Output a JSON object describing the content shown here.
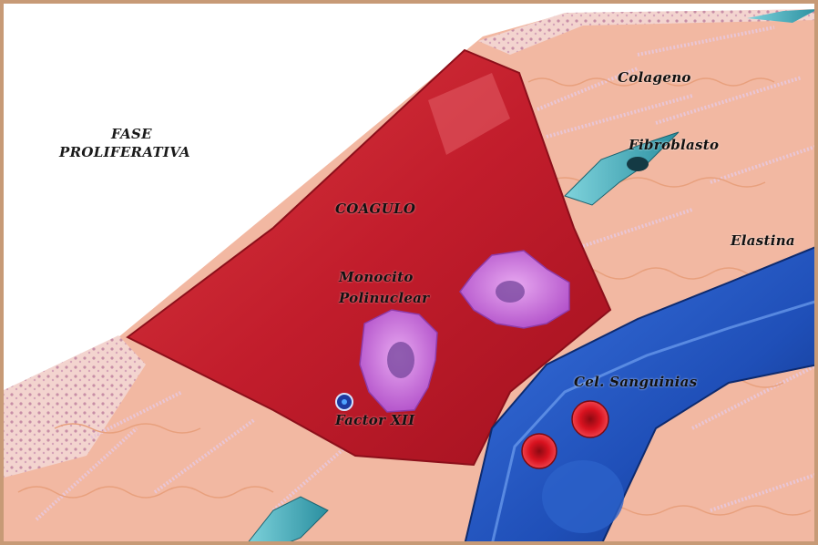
{
  "title": {
    "line1": "FASE",
    "line2": "PROLIFERATIVA"
  },
  "labels": {
    "coagulo": "COAGULO",
    "monocito": "Monocito",
    "polinuclear": "Polinuclear",
    "factor_xii": "Factor XII",
    "colageno": "Colageno",
    "fibroblasto": "Fibroblasto",
    "elastina": "Elastina",
    "cel_sanguinias": "Cel. Sanguinias"
  },
  "colors": {
    "frame": "#c79a76",
    "clot": "#c21d2c",
    "tissue": "#f2b8a2",
    "vessel": "#1f4fb8",
    "cell": "#c46ad6",
    "fibroblast": "#2a8fa0",
    "blood_cell": "#d8121f"
  }
}
